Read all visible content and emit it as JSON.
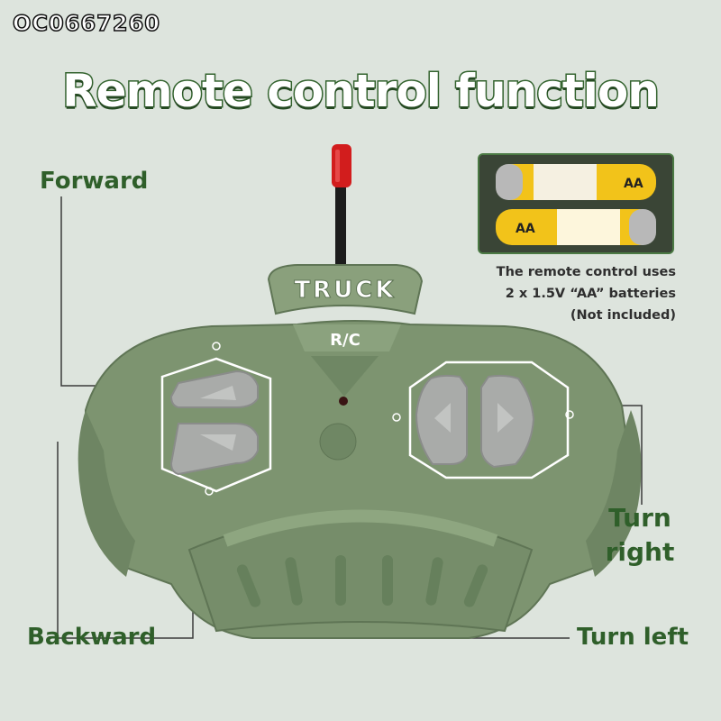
{
  "product_code": "OC0667260",
  "title": "Remote control function",
  "labels": {
    "forward": "Forward",
    "backward": "Backward",
    "turn_right_line1": "Turn",
    "turn_right_line2": "right",
    "turn_left": "Turn left"
  },
  "remote": {
    "badge_text": "TRUCK",
    "subtext": "R/C"
  },
  "battery": {
    "type_label": "AA",
    "note_line1": "The remote control uses",
    "note_line2": "2 x 1.5V “AA” batteries",
    "note_line3": "(Not included)"
  },
  "colors": {
    "background": "#dde4dd",
    "title_outline": "#33632e",
    "label_green": "#2f5f2a",
    "remote_body": "#7d9470",
    "button_gray": "#a9aba9",
    "antenna_tip": "#d21d1d"
  }
}
